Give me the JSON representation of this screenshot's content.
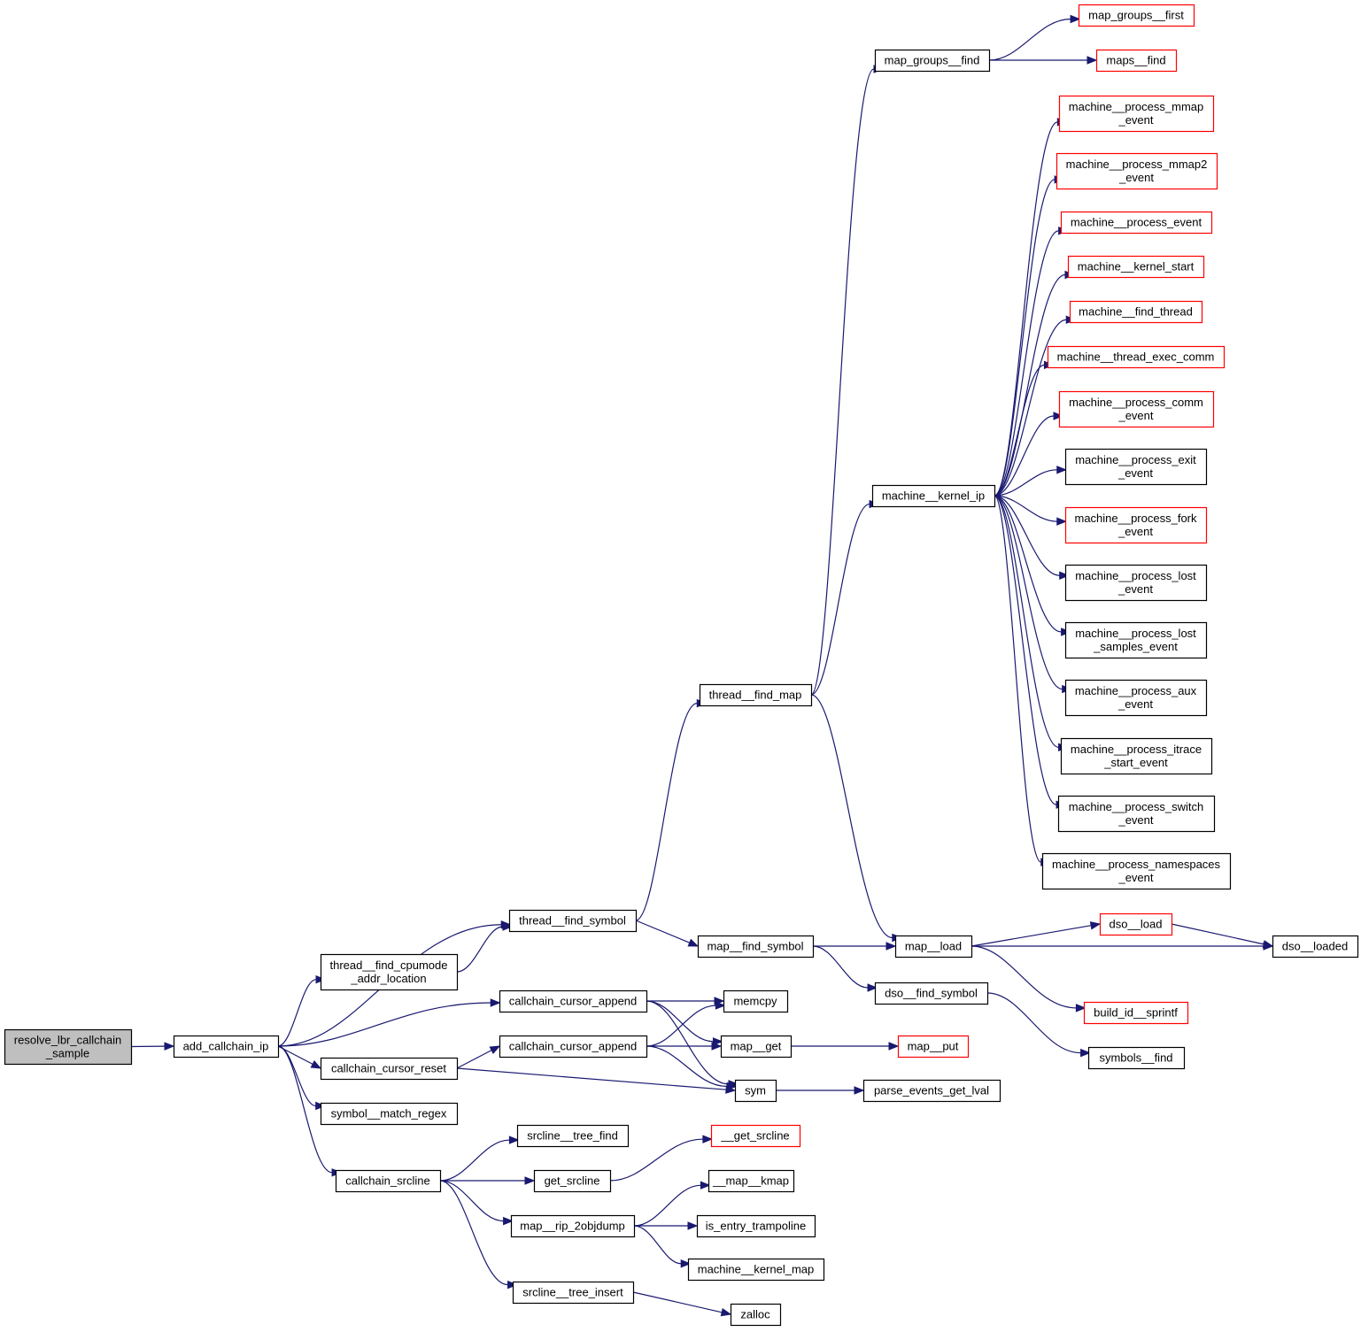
{
  "diagram": {
    "type": "call-graph",
    "colors": {
      "edge": "#191970",
      "root_fill": "#bfbfbf",
      "node_border_normal": "#000000",
      "node_border_truncated": "#ff0000",
      "node_fill": "#ffffff"
    },
    "nodes": [
      {
        "id": "resolve_lbr_callchain_sample",
        "lines": [
          "resolve_lbr_callchain",
          "_sample"
        ],
        "style": "root"
      },
      {
        "id": "add_callchain_ip",
        "lines": [
          "add_callchain_ip"
        ],
        "style": "normal"
      },
      {
        "id": "thread__find_symbol",
        "lines": [
          "thread__find_symbol"
        ],
        "style": "normal"
      },
      {
        "id": "thread__find_cpumode_addr_location",
        "lines": [
          "thread__find_cpumode",
          "_addr_location"
        ],
        "style": "normal"
      },
      {
        "id": "callchain_cursor_append_1",
        "lines": [
          "callchain_cursor_append"
        ],
        "style": "normal"
      },
      {
        "id": "callchain_cursor_append_2",
        "lines": [
          "callchain_cursor_append"
        ],
        "style": "normal"
      },
      {
        "id": "callchain_cursor_reset",
        "lines": [
          "callchain_cursor_reset"
        ],
        "style": "normal"
      },
      {
        "id": "symbol__match_regex",
        "lines": [
          "symbol__match_regex"
        ],
        "style": "normal"
      },
      {
        "id": "callchain_srcline",
        "lines": [
          "callchain_srcline"
        ],
        "style": "normal"
      },
      {
        "id": "thread__find_map",
        "lines": [
          "thread__find_map"
        ],
        "style": "normal"
      },
      {
        "id": "map__find_symbol",
        "lines": [
          "map__find_symbol"
        ],
        "style": "normal"
      },
      {
        "id": "memcpy",
        "lines": [
          "memcpy"
        ],
        "style": "normal"
      },
      {
        "id": "map__get",
        "lines": [
          "map__get"
        ],
        "style": "normal"
      },
      {
        "id": "sym",
        "lines": [
          "sym"
        ],
        "style": "normal"
      },
      {
        "id": "srcline__tree_find",
        "lines": [
          "srcline__tree_find"
        ],
        "style": "normal"
      },
      {
        "id": "get_srcline",
        "lines": [
          "get_srcline"
        ],
        "style": "normal"
      },
      {
        "id": "map__rip_2objdump",
        "lines": [
          "map__rip_2objdump"
        ],
        "style": "normal"
      },
      {
        "id": "srcline__tree_insert",
        "lines": [
          "srcline__tree_insert"
        ],
        "style": "normal"
      },
      {
        "id": "map_groups__find",
        "lines": [
          "map_groups__find"
        ],
        "style": "normal"
      },
      {
        "id": "machine__kernel_ip",
        "lines": [
          "machine__kernel_ip"
        ],
        "style": "normal"
      },
      {
        "id": "map__load",
        "lines": [
          "map__load"
        ],
        "style": "normal"
      },
      {
        "id": "dso__find_symbol",
        "lines": [
          "dso__find_symbol"
        ],
        "style": "normal"
      },
      {
        "id": "map__put",
        "lines": [
          "map__put"
        ],
        "style": "truncated"
      },
      {
        "id": "parse_events_get_lval",
        "lines": [
          "parse_events_get_lval"
        ],
        "style": "normal"
      },
      {
        "id": "__get_srcline",
        "lines": [
          "__get_srcline"
        ],
        "style": "truncated"
      },
      {
        "id": "__map__kmap",
        "lines": [
          "__map__kmap"
        ],
        "style": "normal"
      },
      {
        "id": "is_entry_trampoline",
        "lines": [
          "is_entry_trampoline"
        ],
        "style": "normal"
      },
      {
        "id": "machine__kernel_map",
        "lines": [
          "machine__kernel_map"
        ],
        "style": "normal"
      },
      {
        "id": "zalloc",
        "lines": [
          "zalloc"
        ],
        "style": "normal"
      },
      {
        "id": "map_groups__first",
        "lines": [
          "map_groups__first"
        ],
        "style": "truncated"
      },
      {
        "id": "maps__find",
        "lines": [
          "maps__find"
        ],
        "style": "truncated"
      },
      {
        "id": "machine__process_mmap_event",
        "lines": [
          "machine__process_mmap",
          "_event"
        ],
        "style": "truncated"
      },
      {
        "id": "machine__process_mmap2_event",
        "lines": [
          "machine__process_mmap2",
          "_event"
        ],
        "style": "truncated"
      },
      {
        "id": "machine__process_event",
        "lines": [
          "machine__process_event"
        ],
        "style": "truncated"
      },
      {
        "id": "machine__kernel_start",
        "lines": [
          "machine__kernel_start"
        ],
        "style": "truncated"
      },
      {
        "id": "machine__find_thread",
        "lines": [
          "machine__find_thread"
        ],
        "style": "truncated"
      },
      {
        "id": "machine__thread_exec_comm",
        "lines": [
          "machine__thread_exec_comm"
        ],
        "style": "truncated"
      },
      {
        "id": "machine__process_comm_event",
        "lines": [
          "machine__process_comm",
          "_event"
        ],
        "style": "truncated"
      },
      {
        "id": "machine__process_exit_event",
        "lines": [
          "machine__process_exit",
          "_event"
        ],
        "style": "normal"
      },
      {
        "id": "machine__process_fork_event",
        "lines": [
          "machine__process_fork",
          "_event"
        ],
        "style": "truncated"
      },
      {
        "id": "machine__process_lost_event",
        "lines": [
          "machine__process_lost",
          "_event"
        ],
        "style": "normal"
      },
      {
        "id": "machine__process_lost_samples_event",
        "lines": [
          "machine__process_lost",
          "_samples_event"
        ],
        "style": "normal"
      },
      {
        "id": "machine__process_aux_event",
        "lines": [
          "machine__process_aux",
          "_event"
        ],
        "style": "normal"
      },
      {
        "id": "machine__process_itrace_start_event",
        "lines": [
          "machine__process_itrace",
          "_start_event"
        ],
        "style": "normal"
      },
      {
        "id": "machine__process_switch_event",
        "lines": [
          "machine__process_switch",
          "_event"
        ],
        "style": "normal"
      },
      {
        "id": "machine__process_namespaces_event",
        "lines": [
          "machine__process_namespaces",
          "_event"
        ],
        "style": "normal"
      },
      {
        "id": "dso__load",
        "lines": [
          "dso__load"
        ],
        "style": "truncated"
      },
      {
        "id": "dso__loaded",
        "lines": [
          "dso__loaded"
        ],
        "style": "normal"
      },
      {
        "id": "build_id__sprintf",
        "lines": [
          "build_id__sprintf"
        ],
        "style": "truncated"
      },
      {
        "id": "symbols__find",
        "lines": [
          "symbols__find"
        ],
        "style": "normal"
      }
    ],
    "edges": [
      [
        "resolve_lbr_callchain_sample",
        "add_callchain_ip"
      ],
      [
        "add_callchain_ip",
        "thread__find_symbol"
      ],
      [
        "add_callchain_ip",
        "thread__find_cpumode_addr_location"
      ],
      [
        "add_callchain_ip",
        "callchain_cursor_append_1"
      ],
      [
        "add_callchain_ip",
        "callchain_cursor_reset"
      ],
      [
        "add_callchain_ip",
        "symbol__match_regex"
      ],
      [
        "add_callchain_ip",
        "callchain_srcline"
      ],
      [
        "thread__find_cpumode_addr_location",
        "thread__find_symbol"
      ],
      [
        "thread__find_symbol",
        "thread__find_map"
      ],
      [
        "thread__find_symbol",
        "map__find_symbol"
      ],
      [
        "callchain_cursor_append_1",
        "memcpy"
      ],
      [
        "callchain_cursor_append_1",
        "map__get"
      ],
      [
        "callchain_cursor_append_1",
        "sym"
      ],
      [
        "callchain_cursor_reset",
        "callchain_cursor_append_2"
      ],
      [
        "callchain_cursor_reset",
        "sym"
      ],
      [
        "callchain_cursor_append_2",
        "memcpy"
      ],
      [
        "callchain_cursor_append_2",
        "map__get"
      ],
      [
        "callchain_cursor_append_2",
        "sym"
      ],
      [
        "callchain_srcline",
        "srcline__tree_find"
      ],
      [
        "callchain_srcline",
        "get_srcline"
      ],
      [
        "callchain_srcline",
        "map__rip_2objdump"
      ],
      [
        "callchain_srcline",
        "srcline__tree_insert"
      ],
      [
        "thread__find_map",
        "map_groups__find"
      ],
      [
        "thread__find_map",
        "machine__kernel_ip"
      ],
      [
        "thread__find_map",
        "map__load"
      ],
      [
        "map__find_symbol",
        "map__load"
      ],
      [
        "map__find_symbol",
        "dso__find_symbol"
      ],
      [
        "map__get",
        "map__put"
      ],
      [
        "sym",
        "parse_events_get_lval"
      ],
      [
        "get_srcline",
        "__get_srcline"
      ],
      [
        "map__rip_2objdump",
        "__map__kmap"
      ],
      [
        "map__rip_2objdump",
        "is_entry_trampoline"
      ],
      [
        "map__rip_2objdump",
        "machine__kernel_map"
      ],
      [
        "srcline__tree_insert",
        "zalloc"
      ],
      [
        "map_groups__find",
        "map_groups__first"
      ],
      [
        "map_groups__find",
        "maps__find"
      ],
      [
        "machine__kernel_ip",
        "machine__process_mmap_event"
      ],
      [
        "machine__kernel_ip",
        "machine__process_mmap2_event"
      ],
      [
        "machine__kernel_ip",
        "machine__process_event"
      ],
      [
        "machine__kernel_ip",
        "machine__kernel_start"
      ],
      [
        "machine__kernel_ip",
        "machine__find_thread"
      ],
      [
        "machine__kernel_ip",
        "machine__thread_exec_comm"
      ],
      [
        "machine__kernel_ip",
        "machine__process_comm_event"
      ],
      [
        "machine__kernel_ip",
        "machine__process_exit_event"
      ],
      [
        "machine__kernel_ip",
        "machine__process_fork_event"
      ],
      [
        "machine__kernel_ip",
        "machine__process_lost_event"
      ],
      [
        "machine__kernel_ip",
        "machine__process_lost_samples_event"
      ],
      [
        "machine__kernel_ip",
        "machine__process_aux_event"
      ],
      [
        "machine__kernel_ip",
        "machine__process_itrace_start_event"
      ],
      [
        "machine__kernel_ip",
        "machine__process_switch_event"
      ],
      [
        "machine__kernel_ip",
        "machine__process_namespaces_event"
      ],
      [
        "map__load",
        "dso__load"
      ],
      [
        "map__load",
        "dso__loaded"
      ],
      [
        "map__load",
        "build_id__sprintf"
      ],
      [
        "dso__load",
        "dso__loaded"
      ],
      [
        "dso__find_symbol",
        "symbols__find"
      ]
    ]
  }
}
